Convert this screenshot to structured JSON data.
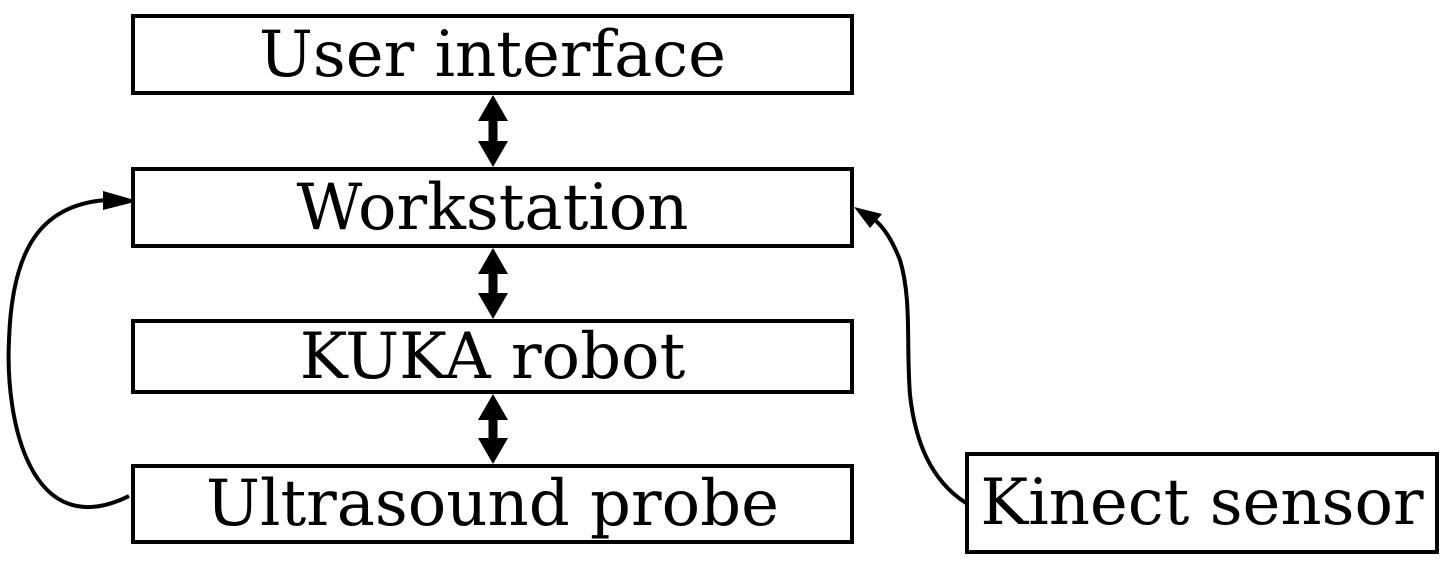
{
  "diagram": {
    "nodes": {
      "user_interface": "User interface",
      "workstation": "Workstation",
      "kuka_robot": "KUKA robot",
      "ultrasound_probe": "Ultrasound probe",
      "kinect_sensor": "Kinect sensor"
    },
    "edges": [
      {
        "from": "user_interface",
        "to": "workstation",
        "direction": "bidirectional"
      },
      {
        "from": "workstation",
        "to": "kuka_robot",
        "direction": "bidirectional"
      },
      {
        "from": "kuka_robot",
        "to": "ultrasound_probe",
        "direction": "bidirectional"
      },
      {
        "from": "ultrasound_probe",
        "to": "workstation",
        "direction": "one-way"
      },
      {
        "from": "kinect_sensor",
        "to": "workstation",
        "direction": "one-way"
      }
    ],
    "colors": {
      "stroke": "#000000",
      "background": "#ffffff"
    }
  }
}
